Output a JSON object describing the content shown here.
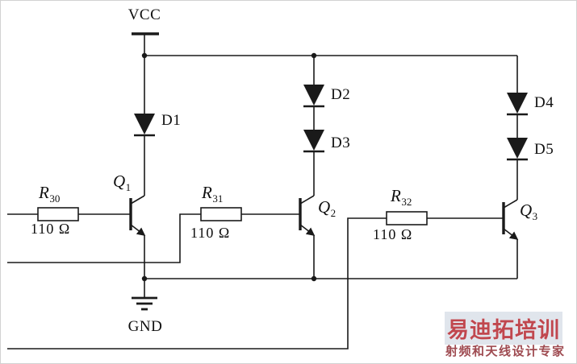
{
  "power": {
    "vcc": "VCC",
    "gnd": "GND"
  },
  "diodes": [
    {
      "label": "D1"
    },
    {
      "label": "D2"
    },
    {
      "label": "D3"
    },
    {
      "label": "D4"
    },
    {
      "label": "D5"
    }
  ],
  "transistors": [
    {
      "symbol": "Q",
      "sub": "1"
    },
    {
      "symbol": "Q",
      "sub": "2"
    },
    {
      "symbol": "Q",
      "sub": "3"
    }
  ],
  "resistors": [
    {
      "symbol": "R",
      "sub": "30",
      "value": "110 Ω"
    },
    {
      "symbol": "R",
      "sub": "31",
      "value": "110 Ω"
    },
    {
      "symbol": "R",
      "sub": "32",
      "value": "110 Ω"
    }
  ],
  "watermark": {
    "title": "易迪拓培训",
    "subtitle": "射频和天线设计专家",
    "title_color": "#c0474e",
    "subtitle_color": "#9e4a50"
  },
  "colors": {
    "wire": "#1a1a1a",
    "background": "#ffffff"
  }
}
